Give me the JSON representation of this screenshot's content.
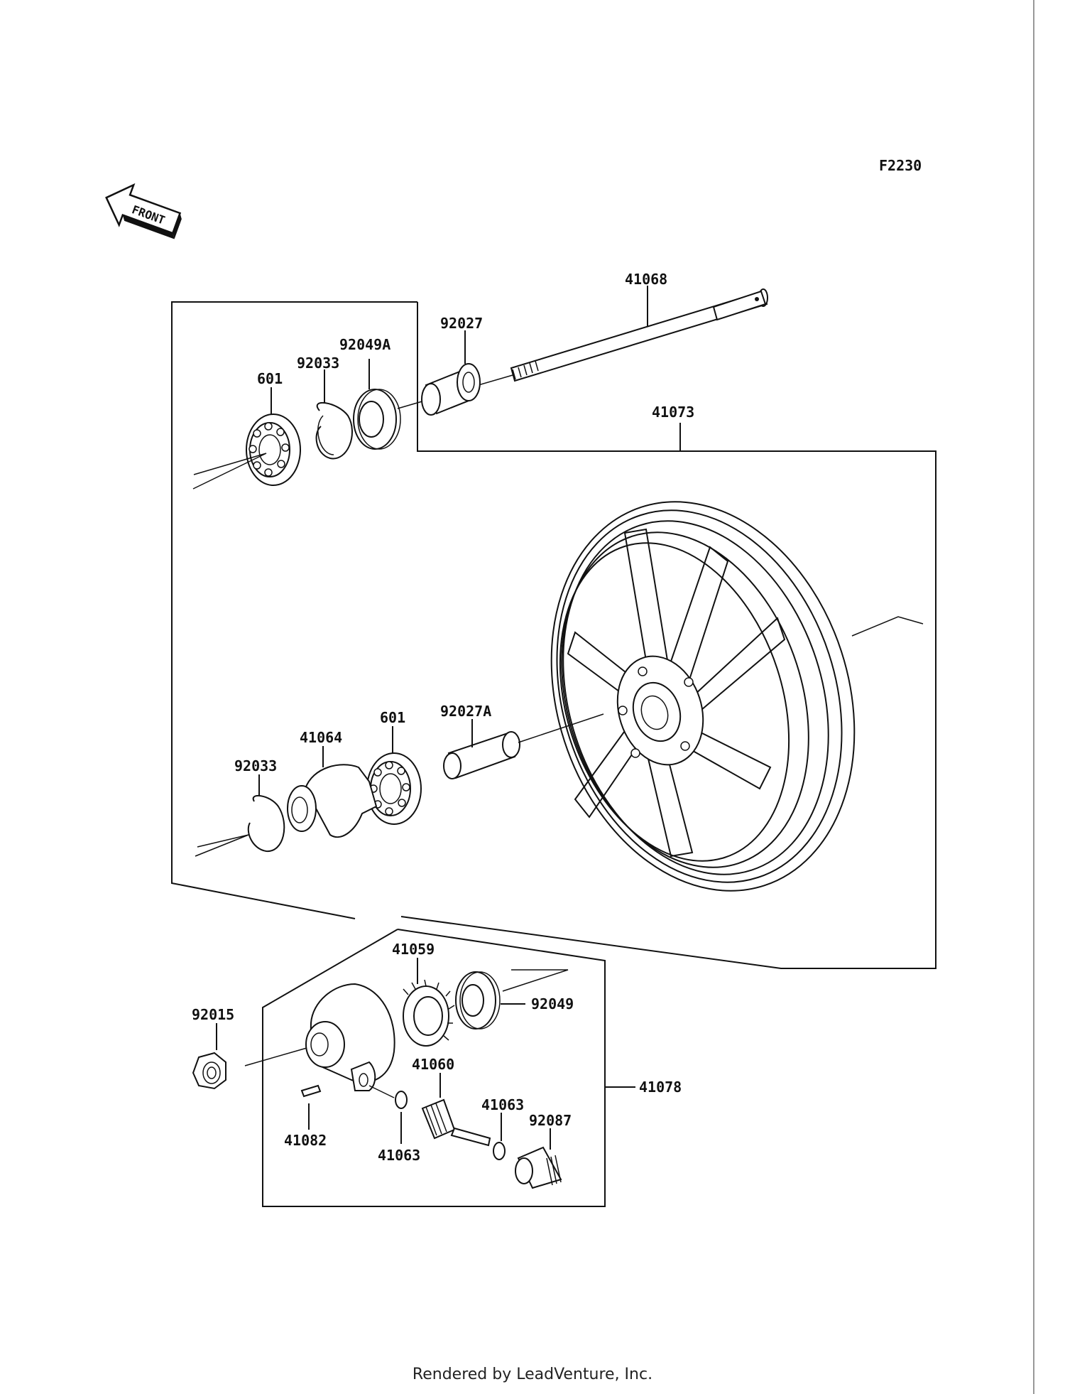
{
  "diagram_code": "F2230",
  "direction_label": "FRONT",
  "footer_text": "Rendered by LeadVenture, Inc.",
  "parts": [
    {
      "id": "p41068",
      "number": "41068"
    },
    {
      "id": "p92027",
      "number": "92027"
    },
    {
      "id": "p92049a",
      "number": "92049A"
    },
    {
      "id": "p92033-top",
      "number": "92033"
    },
    {
      "id": "p601-top",
      "number": "601"
    },
    {
      "id": "p41073",
      "number": "41073"
    },
    {
      "id": "p92027a",
      "number": "92027A"
    },
    {
      "id": "p601-lower",
      "number": "601"
    },
    {
      "id": "p41064",
      "number": "41064"
    },
    {
      "id": "p92033-lower",
      "number": "92033"
    },
    {
      "id": "p41059",
      "number": "41059"
    },
    {
      "id": "p92049",
      "number": "92049"
    },
    {
      "id": "p92015",
      "number": "92015"
    },
    {
      "id": "p41060",
      "number": "41060"
    },
    {
      "id": "p41078",
      "number": "41078"
    },
    {
      "id": "p41063-right",
      "number": "41063"
    },
    {
      "id": "p92087",
      "number": "92087"
    },
    {
      "id": "p41082",
      "number": "41082"
    },
    {
      "id": "p41063-left",
      "number": "41063"
    }
  ]
}
